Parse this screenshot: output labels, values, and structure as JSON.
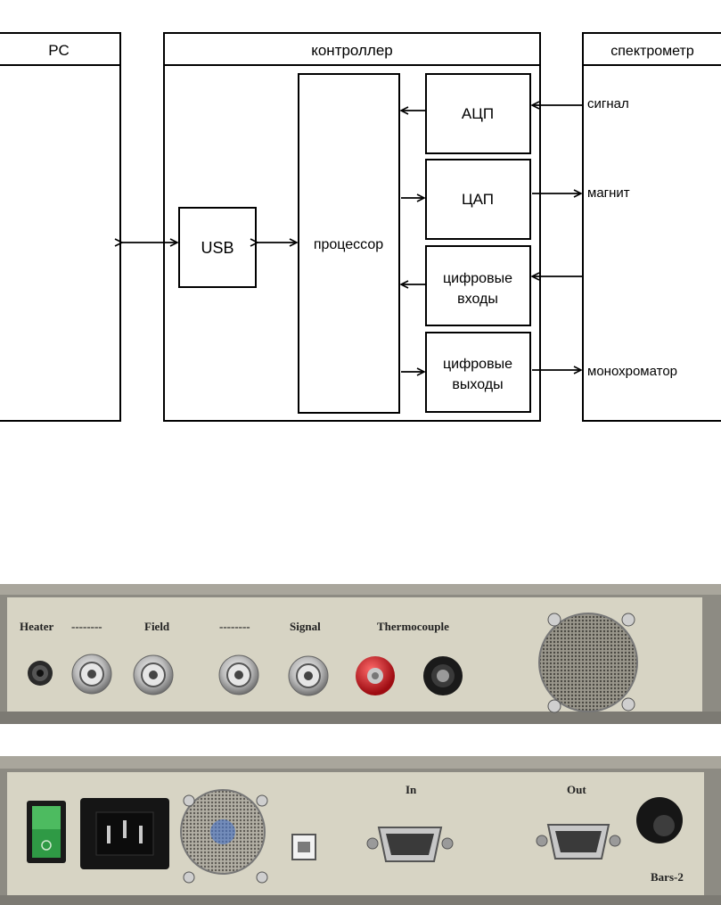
{
  "diagram": {
    "pc": {
      "title": "PC"
    },
    "controller": {
      "title": "контроллер",
      "usb": "USB",
      "processor": "процессор",
      "adc": "АЦП",
      "dac": "ЦАП",
      "digital_in": [
        "цифровые",
        "входы"
      ],
      "digital_out": [
        "цифровые",
        "выходы"
      ]
    },
    "spectrometer": {
      "title": "спектрометр",
      "signal": "сигнал",
      "magnet": "магнит",
      "monochromator": "монохроматор"
    }
  },
  "photos": {
    "front_panel": {
      "labels": {
        "heater": "Heater",
        "dash1": "--------",
        "field": "Field",
        "dash2": "--------",
        "signal": "Signal",
        "thermocouple": "Thermocouple"
      },
      "colors": {
        "panel": "#d7d4c4",
        "frame": "#8d8b83",
        "red_jack": "#d42025",
        "black_jack": "#1a1a1a"
      }
    },
    "rear_panel": {
      "labels": {
        "in": "In",
        "out": "Out",
        "bars": "Bars-2"
      },
      "colors": {
        "panel": "#d7d4c4",
        "frame": "#8d8b83",
        "switch": "#2f9a45"
      }
    }
  }
}
